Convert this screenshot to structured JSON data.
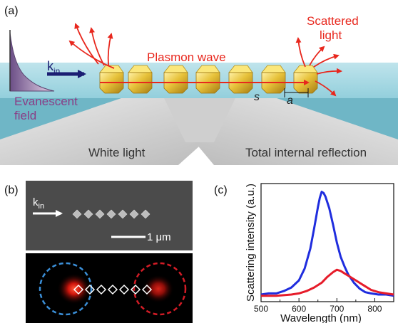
{
  "panel_a": {
    "label": "(a)",
    "scattered_light": [
      "Scattered",
      "light"
    ],
    "plasmon_wave": "Plasmon wave",
    "k_base": "k",
    "k_sub": "in",
    "evanescent": [
      "Evanescent",
      "field"
    ],
    "s_label": "s",
    "a_label": "a",
    "white_light": "White light",
    "tir": "Total internal reflection",
    "colors": {
      "red": "#e8271d",
      "purple": "#8a3e86",
      "navy": "#1b1e73",
      "glass": "#9ad2e0"
    }
  },
  "panel_b": {
    "label": "(b)",
    "k_base": "k",
    "k_sub": "in",
    "scale_label": "1 μm"
  },
  "panel_c": {
    "label": "(c)",
    "ylabel": "Scattering intensity (a.u.)",
    "xlabel": "Wavelength (nm)",
    "x_ticks": [
      "500",
      "600",
      "700",
      "800"
    ]
  },
  "chart_data": {
    "type": "line",
    "title": "",
    "xlabel": "Wavelength (nm)",
    "ylabel": "Scattering intensity (a.u.)",
    "xlim": [
      500,
      850
    ],
    "ylim": [
      0,
      1
    ],
    "x_ticks": [
      500,
      600,
      700,
      800
    ],
    "y_tick_labels": false,
    "series": [
      {
        "color": "#1f2dde",
        "x": [
          500,
          520,
          540,
          560,
          580,
          600,
          615,
          630,
          640,
          650,
          655,
          660,
          665,
          670,
          680,
          690,
          700,
          710,
          720,
          730,
          745,
          760,
          775,
          790,
          810,
          830,
          850
        ],
        "y": [
          0.06,
          0.07,
          0.07,
          0.09,
          0.12,
          0.18,
          0.28,
          0.45,
          0.62,
          0.8,
          0.88,
          0.93,
          0.92,
          0.89,
          0.79,
          0.65,
          0.5,
          0.38,
          0.3,
          0.23,
          0.16,
          0.11,
          0.08,
          0.07,
          0.06,
          0.06,
          0.05
        ]
      },
      {
        "color": "#e61c2a",
        "x": [
          500,
          540,
          580,
          600,
          620,
          640,
          660,
          675,
          690,
          700,
          710,
          720,
          735,
          750,
          770,
          790,
          810,
          830,
          850
        ],
        "y": [
          0.05,
          0.05,
          0.06,
          0.07,
          0.09,
          0.12,
          0.16,
          0.21,
          0.25,
          0.27,
          0.26,
          0.24,
          0.21,
          0.18,
          0.14,
          0.1,
          0.08,
          0.07,
          0.06
        ]
      }
    ]
  }
}
